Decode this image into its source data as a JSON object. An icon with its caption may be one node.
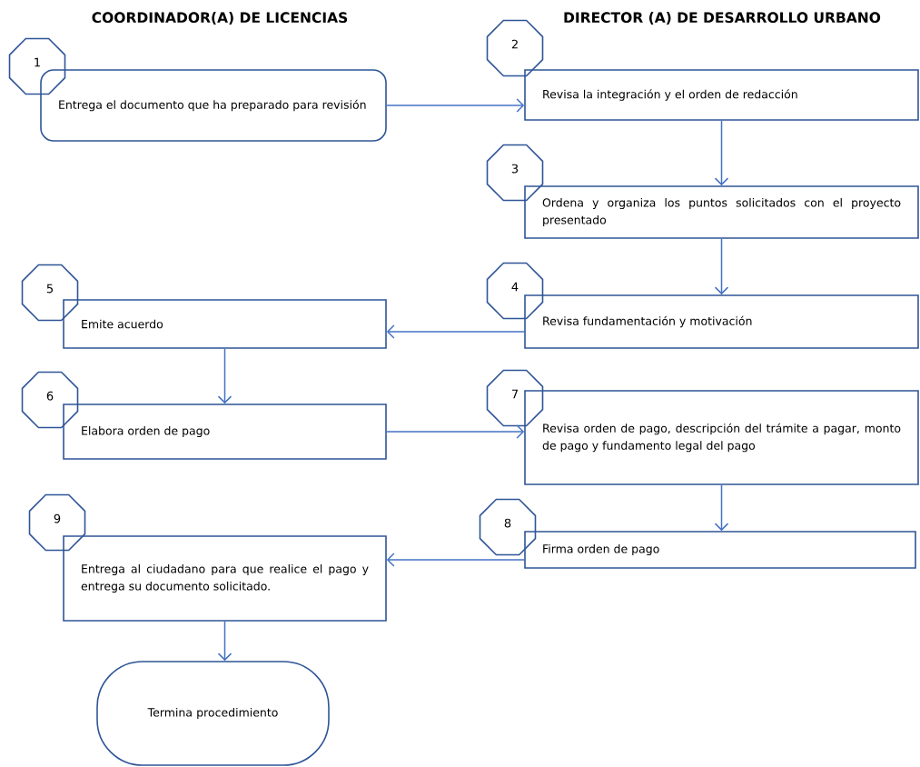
{
  "diagram": {
    "nodes": [
      {
        "text": [
          "1"
        ]
      },
      {
        "text": [
          "Entrega el documento que ha preparado para revisión"
        ]
      },
      {
        "text": [
          "2"
        ]
      },
      {
        "text": [
          "Revisa la integración y el orden de redacción"
        ]
      },
      {
        "text": [
          "3"
        ]
      },
      {
        "text": [
          "Ordena y organiza los puntos solicitados con el proyecto presentado"
        ]
      },
      {
        "text": [
          "5"
        ]
      },
      {
        "text": [
          "Emite acuerdo"
        ]
      },
      {
        "text": [
          "4"
        ]
      },
      {
        "text": [
          "Revisa fundamentación y motivación"
        ]
      },
      {
        "text": [
          "6"
        ]
      },
      {
        "text": [
          "Elabora orden de pago"
        ]
      },
      {
        "text": [
          "7"
        ]
      },
      {
        "text": [
          "Revisa orden de pago, descripción del trámite a pagar, monto de pago y fundamento legal del pago"
        ]
      },
      {
        "text": [
          "9"
        ]
      },
      {
        "text": [
          "Entrega al ciudadano para que realice el pago y entrega su documento solicitado."
        ]
      },
      {
        "text": [
          "8"
        ]
      },
      {
        "text": [
          "Firma orden de pago"
        ]
      },
      {
        "text": [
          "Termina procedimiento"
        ]
      }
    ],
    "edges": [
      {
        "from": 1,
        "to": 3,
        "arrow": "to"
      },
      {
        "from": 3,
        "to": 5,
        "arrow": "to"
      },
      {
        "from": 5,
        "to": 9,
        "arrow": "to"
      },
      {
        "from": 9,
        "to": 7,
        "arrow": "to"
      },
      {
        "from": 7,
        "to": 11,
        "arrow": "to"
      },
      {
        "from": 11,
        "to": 13,
        "arrow": "to"
      },
      {
        "from": 13,
        "to": 17,
        "arrow": "to"
      },
      {
        "from": 17,
        "to": 15,
        "arrow": "to"
      },
      {
        "from": 15,
        "to": 18,
        "arrow": "to"
      }
    ],
    "labels": [
      "COORDINADOR(A) DE LICENCIAS",
      "DIRECTOR (A) DE DESARROLLO URBANO"
    ]
  }
}
